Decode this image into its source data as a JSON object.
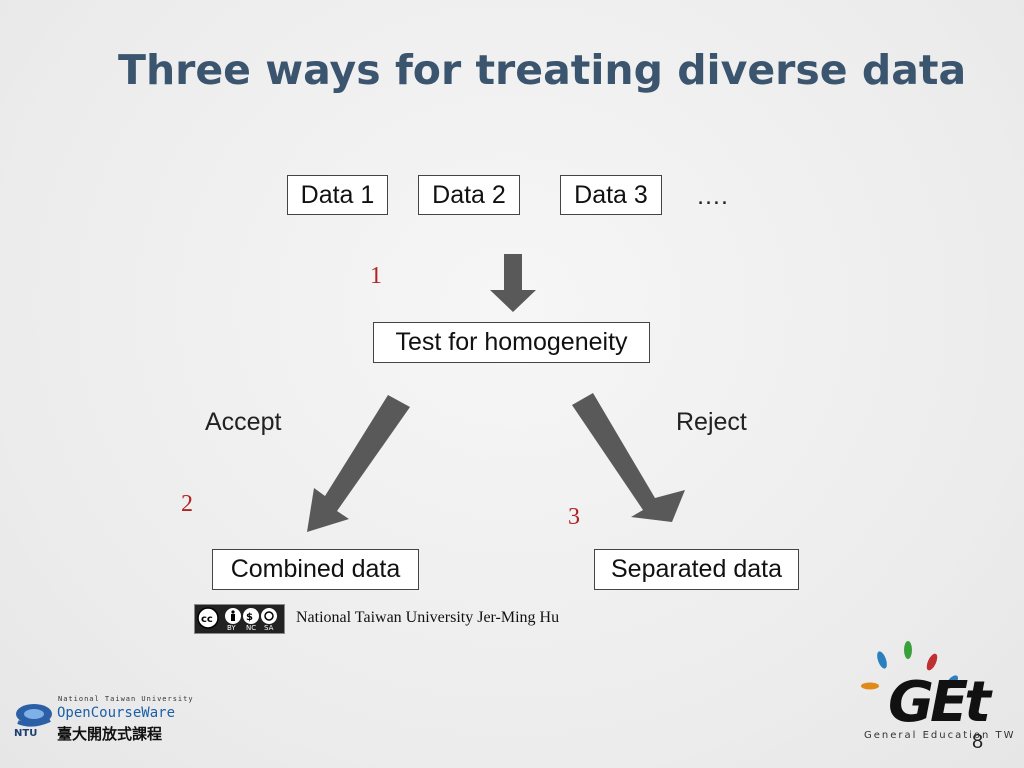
{
  "slide": {
    "title": "Three ways for treating diverse data",
    "page_number": "8"
  },
  "inputs": {
    "data1": "Data 1",
    "data2": "Data 2",
    "data3": "Data 3",
    "ellipsis": "…."
  },
  "process": {
    "test": "Test for homogeneity",
    "accept_label": "Accept",
    "reject_label": "Reject",
    "combined": "Combined data",
    "separated": "Separated data"
  },
  "steps": {
    "one": "1",
    "two": "2",
    "three": "3"
  },
  "footer": {
    "credit": "National Taiwan University Jer-Ming Hu",
    "license_labels": [
      "BY",
      "NC",
      "SA"
    ],
    "ocw_top": "National Taiwan University",
    "ocw_name": "OpenCourseWare",
    "ocw_chinese": "臺大開放式課程",
    "ocw_ntu": "NTU",
    "get_logo": "GEt",
    "get_subtitle": "General Education TW"
  },
  "colors": {
    "title": "#3b556f",
    "step_number": "#b22222",
    "arrow_fill": "#595959"
  }
}
